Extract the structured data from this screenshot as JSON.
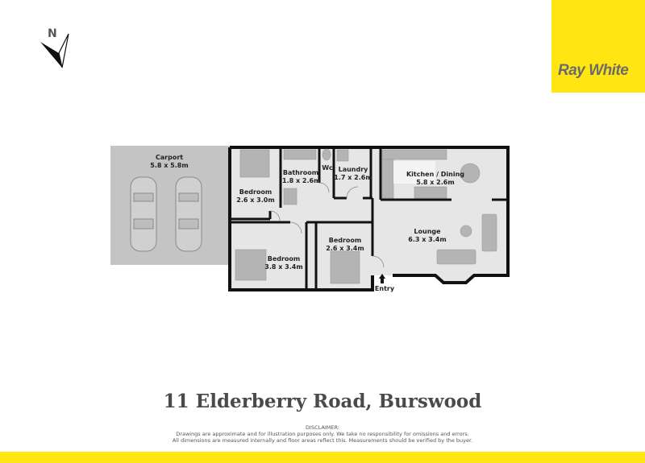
{
  "brand": {
    "name": "Ray White",
    "color": "#ffe512",
    "text_color": "#6b6b6b"
  },
  "compass": {
    "label": "N"
  },
  "rooms": {
    "carport": {
      "name": "Carport",
      "dims": "5.8 x 5.8m"
    },
    "bedroom1": {
      "name": "Bedroom",
      "dims": "2.6 x 3.0m"
    },
    "bathroom": {
      "name": "Bathroom",
      "dims": "1.8 x 2.6m"
    },
    "wc": {
      "name": "Wc"
    },
    "laundry": {
      "name": "Laundry",
      "dims": "1.7 x 2.6m"
    },
    "kitchen": {
      "name": "Kitchen / Dining",
      "dims": "5.8 x 2.6m"
    },
    "bedroom2": {
      "name": "Bedroom",
      "dims": "3.8 x 3.4m"
    },
    "bedroom3": {
      "name": "Bedroom",
      "dims": "2.6 x 3.4m"
    },
    "lounge": {
      "name": "Lounge",
      "dims": "6.3 x 3.4m"
    }
  },
  "entry": {
    "label": "Entry"
  },
  "address": "11 Elderberry Road, Burswood",
  "disclaimer": {
    "heading": "DISCLAIMER:",
    "line1": "Drawings are approximate and for illustration purposes only. We take no responsibility for omissions and errors.",
    "line2": "All dimensions are measured internally and floor areas reflect this. Measurements should be verified by the buyer."
  },
  "colors": {
    "floor": "#e6e6e6",
    "carport": "#c4c4c4",
    "wall": "#111111",
    "furniture": "#b4b4b4"
  }
}
